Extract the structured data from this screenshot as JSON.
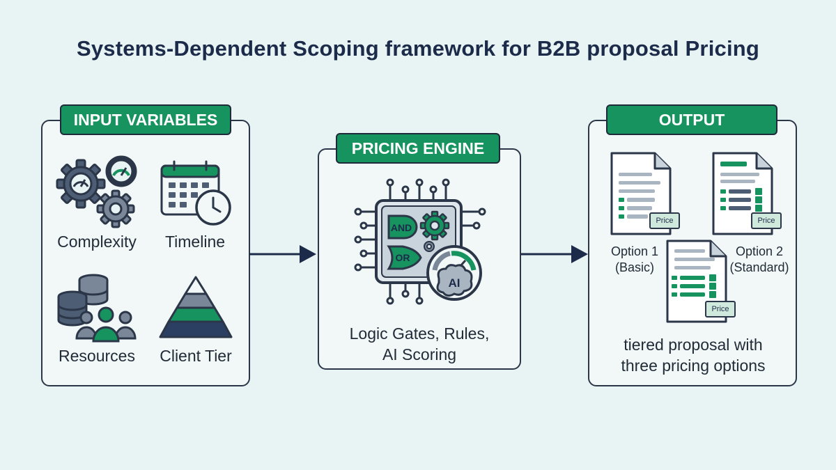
{
  "title": "Systems-Dependent Scoping framework for B2B proposal Pricing",
  "input_panel": {
    "header": "INPUT VARIABLES",
    "items": [
      {
        "label": "Complexity",
        "icon": "gears-gauge-icon"
      },
      {
        "label": "Timeline",
        "icon": "calendar-clock-icon"
      },
      {
        "label": "Resources",
        "icon": "database-people-icon"
      },
      {
        "label": "Client Tier",
        "icon": "pyramid-icon"
      }
    ]
  },
  "engine_panel": {
    "header": "PRICING ENGINE",
    "chip_labels": {
      "and_gate": "AND",
      "or_gate": "OR",
      "ai": "AI"
    },
    "caption_line1": "Logic Gates, Rules,",
    "caption_line2": "AI Scoring"
  },
  "output_panel": {
    "header": "OUTPUT",
    "price_tag": "Price",
    "option1_line1": "Option 1",
    "option1_line2": "(Basic)",
    "option2_line1": "Option 2",
    "option2_line2": "(Standard)",
    "caption_line1": "tiered proposal with",
    "caption_line2": "three pricing options"
  },
  "colors": {
    "background": "#e8f4f3",
    "accent_green": "#16935f",
    "navy": "#1d2b4a",
    "slate": "#2b3648"
  }
}
